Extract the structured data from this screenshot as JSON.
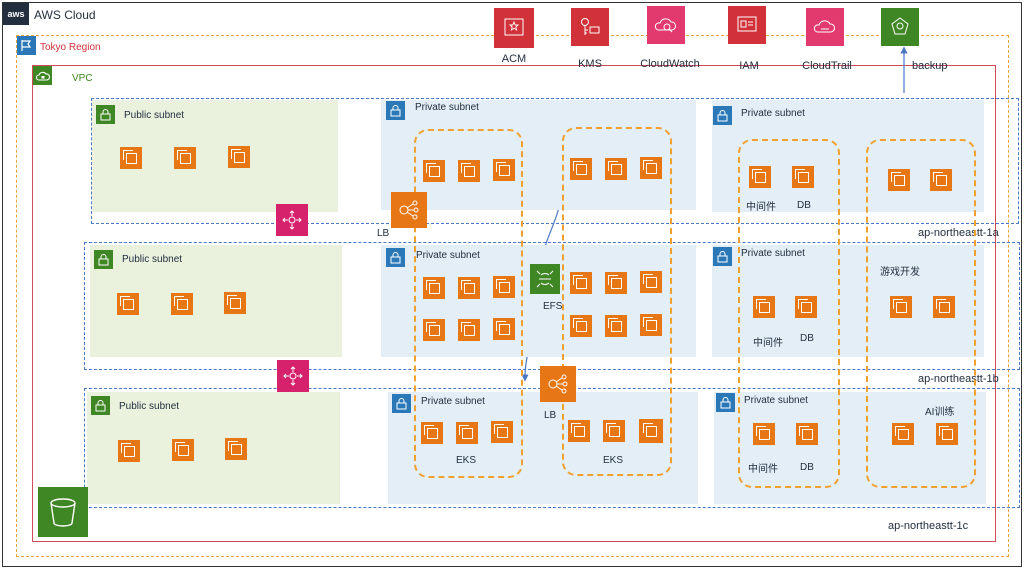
{
  "cloud": {
    "label": "AWS Cloud",
    "logo_text": "aws"
  },
  "region": {
    "label": "Tokyo Region"
  },
  "vpc": {
    "label": "VPC"
  },
  "services": {
    "acm": "ACM",
    "kms": "KMS",
    "cloudwatch": "CloudWatch",
    "iam": "IAM",
    "cloudtrail": "CloudTrail",
    "backup": "backup"
  },
  "az": {
    "a": "ap-northeastt-1a",
    "b": "ap-northeastt-1b",
    "c": "ap-northeastt-1c"
  },
  "subnets": {
    "public": "Public subnet",
    "private": "Private subnet"
  },
  "labels": {
    "lb": "LB",
    "efs": "EFS",
    "eks": "EKS",
    "middleware": "中间件",
    "db": "DB",
    "game_dev": "游戏开发",
    "ai_training": "AI训练"
  },
  "colors": {
    "ec2": "#e77614",
    "public_subnet": "#eaf2de",
    "private_subnet": "#e3eef7",
    "az_border": "#4a78c5",
    "cluster_border": "#f0a030",
    "vpc_border": "#d04a57",
    "region_border": "#e8a33b"
  }
}
